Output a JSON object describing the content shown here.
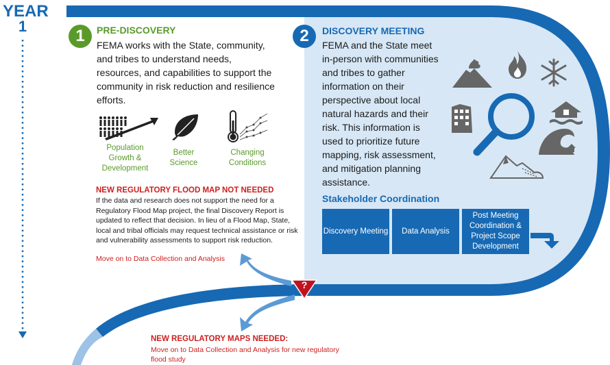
{
  "year": {
    "word": "YEAR",
    "number": "1"
  },
  "pre_discovery": {
    "step": "1",
    "title": "PRE-DISCOVERY",
    "text": "FEMA works with the State, community, and tribes to understand needs, resources, and capabilities to support the community in risk reduction and resilience efforts."
  },
  "icons": [
    {
      "name": "population-growth-icon",
      "label": "Population Growth & Development"
    },
    {
      "name": "leaf-icon",
      "label": "Better Science"
    },
    {
      "name": "thermometer-icon",
      "label": "Changing Conditions"
    }
  ],
  "not_needed": {
    "title": "NEW REGULATORY FLOOD MAP NOT NEEDED",
    "text": "If the data and research does not support the need for a Regulatory Flood Map project, the final Discovery Report is updated to reflect that decision. In lieu of a Flood Map, State, local  and tribal officials may request technical assistance or risk and vulnerability assessments to support risk reduction.",
    "move_on": "Move on to Data Collection and Analysis"
  },
  "discovery_meeting": {
    "step": "2",
    "title": "DISCOVERY MEETING",
    "text": "FEMA and the State meet in-person with communities and tribes to gather information on their perspective about local natural hazards and their risk.  This information is used to prioritize future mapping, risk assessment, and mitigation planning assistance."
  },
  "hazard_icons": [
    "volcano-icon",
    "fire-icon",
    "snowflake-icon",
    "building-icon",
    "magnifier-icon",
    "flooded-house-icon",
    "wave-icon",
    "landslide-icon"
  ],
  "stakeholder": {
    "title": "Stakeholder Coordination",
    "boxes": [
      "Discovery Meeting",
      "Data Analysis",
      "Post Meeting Coordination & Project Scope Development"
    ]
  },
  "decision": {
    "symbol": "?"
  },
  "maps_needed": {
    "title": "NEW REGULATORY MAPS NEEDED:",
    "text": "Move on to Data Collection and Analysis for new regulatory flood study"
  },
  "colors": {
    "blue": "#1769b3",
    "light_blue": "#d7e7f5",
    "green": "#5a9a2b",
    "red": "#cc1f1f"
  }
}
